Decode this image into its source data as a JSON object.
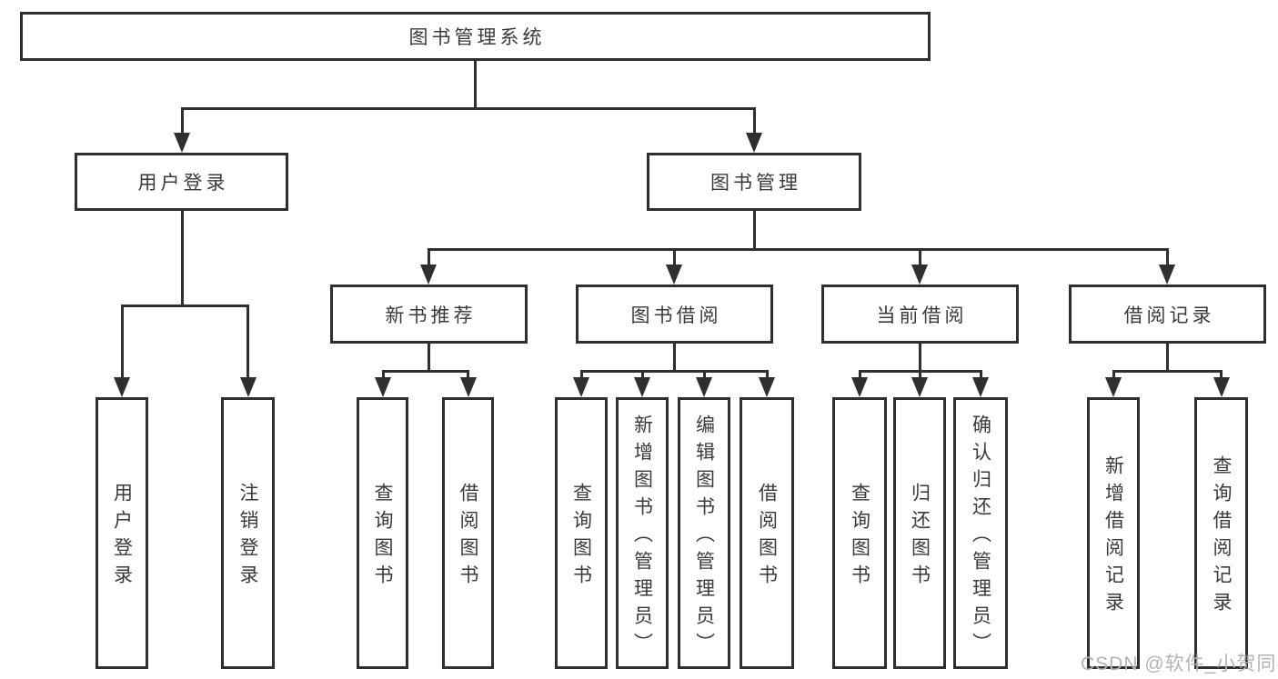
{
  "tree": {
    "root": {
      "label": "图书管理系统"
    },
    "branches": [
      {
        "label": "用户登录",
        "children": [
          {
            "label": "用户登录"
          },
          {
            "label": "注销登录"
          }
        ]
      },
      {
        "label": "图书管理",
        "children": [
          {
            "label": "新书推荐",
            "children": [
              {
                "label": "查询图书"
              },
              {
                "label": "借阅图书"
              }
            ]
          },
          {
            "label": "图书借阅",
            "children": [
              {
                "label": "查询图书"
              },
              {
                "label": "新增图书（管理员）"
              },
              {
                "label": "编辑图书（管理员）"
              },
              {
                "label": "借阅图书"
              }
            ]
          },
          {
            "label": "当前借阅",
            "children": [
              {
                "label": "查询图书"
              },
              {
                "label": "归还图书"
              },
              {
                "label": "确认归还（管理员）"
              }
            ]
          },
          {
            "label": "借阅记录",
            "children": [
              {
                "label": "新增借阅记录"
              },
              {
                "label": "查询借阅记录"
              }
            ]
          }
        ]
      }
    ]
  },
  "watermark": "CSDN @软件_小贺同学",
  "colors": {
    "line": "#2f2f2f",
    "text": "#3a3a3a",
    "watermark": "#b3b3b3",
    "background": "#ffffff"
  }
}
